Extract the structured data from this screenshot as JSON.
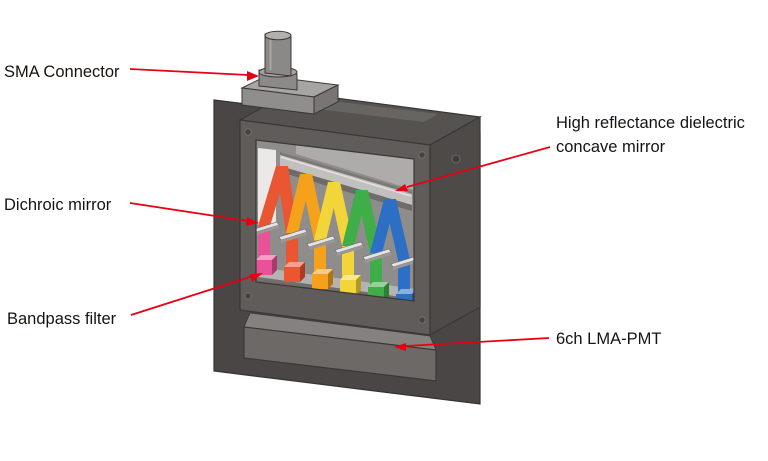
{
  "labels": {
    "sma_connector": "SMA Connector",
    "concave_mirror": "High reflectance dielectric\nconcave mirror",
    "dichroic_mirror": "Dichroic mirror",
    "bandpass_filter": "Bandpass filter",
    "pmt": "6ch LMA-PMT"
  },
  "colors": {
    "arrow_red": "#e60012",
    "beams": [
      "#e85298",
      "#ea5532",
      "#f5a11c",
      "#f2d53a",
      "#3fae49",
      "#2d6fc4"
    ]
  }
}
